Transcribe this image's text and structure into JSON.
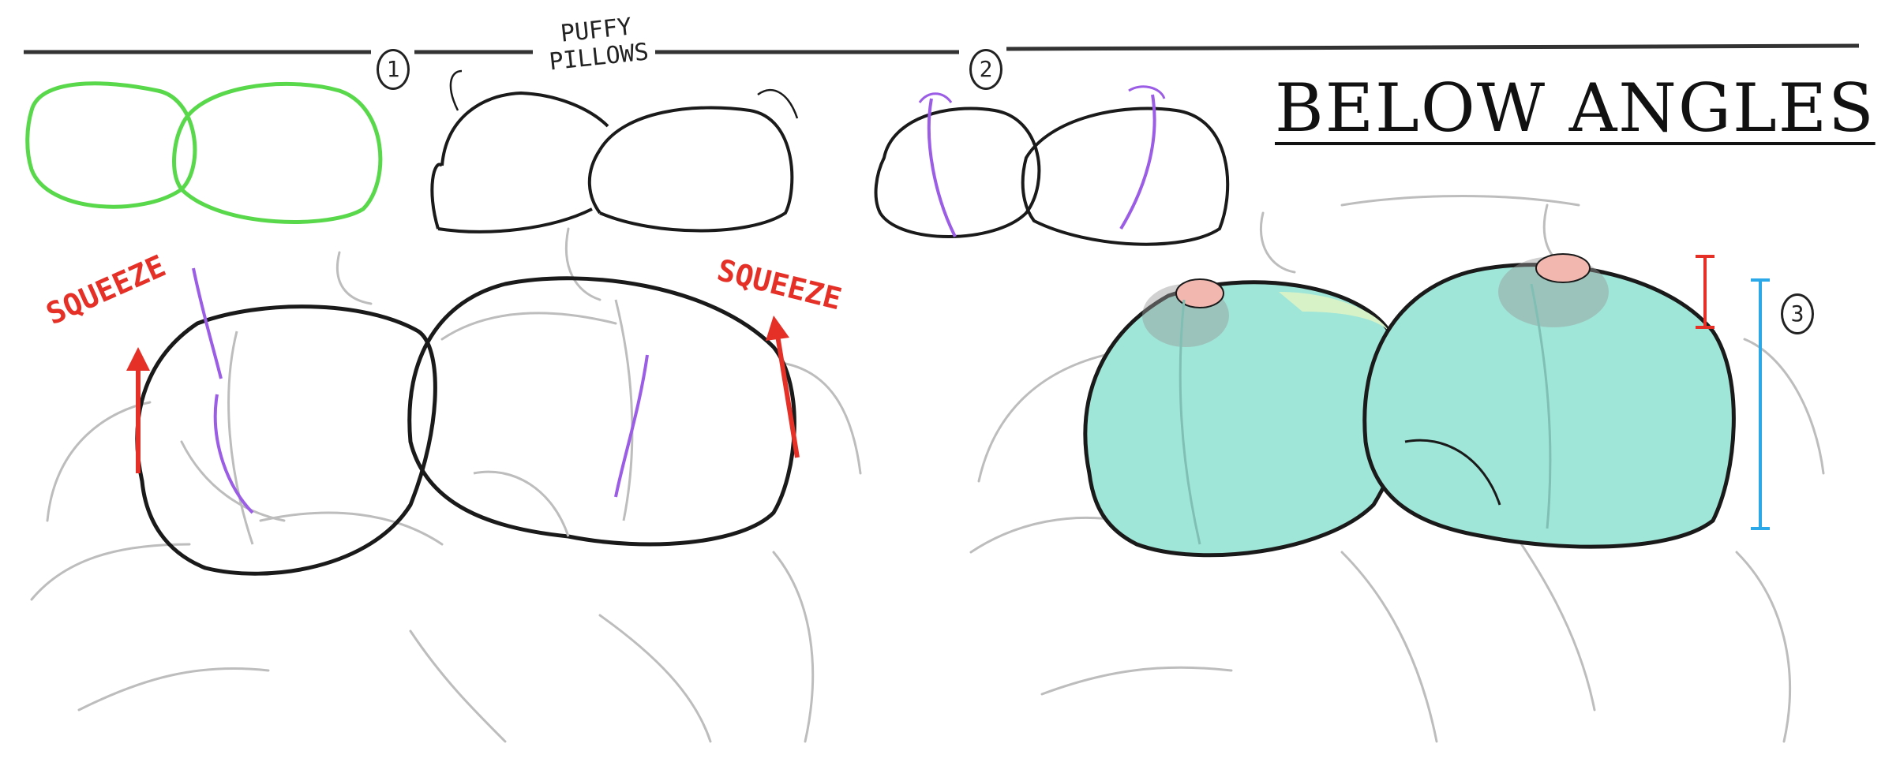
{
  "heading": "BELOW ANGLES",
  "labels": {
    "puffy_line1": "PUFFY",
    "puffy_line2": "PILLOWS",
    "squeeze_left": "SQUEEZE",
    "squeeze_right": "SQUEEZE"
  },
  "steps": [
    "1",
    "2",
    "3"
  ],
  "colors": {
    "ink": "#1a1a1a",
    "sketch": "#bdbdbd",
    "green_guide": "#58d84a",
    "red_accent": "#e53028",
    "purple_flow": "#9b5de5",
    "blue_measure": "#2aa8e8",
    "fill_teal": "#9fe6d8",
    "fill_highlight": "#d8f2c8",
    "nipple_pink": "#f2b8b0",
    "shadow_gray": "#9a9a9a"
  }
}
